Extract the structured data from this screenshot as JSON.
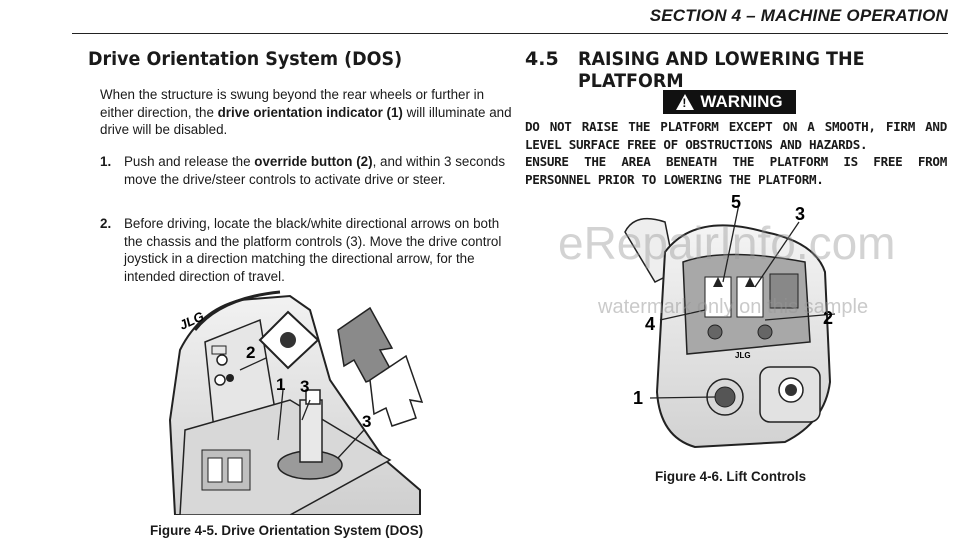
{
  "header": {
    "section": "SECTION 4 – MACHINE OPERATION"
  },
  "left": {
    "heading": "Drive Orientation System (DOS)",
    "intro_before": "When the structure is swung beyond the rear wheels or further in either direction, the ",
    "intro_bold": "drive orientation indicator",
    "intro_ref": " (1)",
    "intro_after": " will illuminate and drive will be disabled.",
    "items": [
      {
        "num": "1.",
        "before": "Push and release the ",
        "bold": "override button",
        "ref": " (2)",
        "after": ", and within 3 seconds move the drive/steer controls to activate drive or steer."
      },
      {
        "num": "2.",
        "before": "",
        "bold": "",
        "ref": "",
        "after": "Before driving, locate the black/white directional arrows on both the chassis and the platform controls (3). Move the drive control joystick in a direction matching the directional arrow, for the intended direction of travel."
      }
    ],
    "figure": {
      "caption": "Figure 4-5. Drive Orientation System (DOS)",
      "callouts": [
        "1",
        "2",
        "3",
        "3"
      ],
      "logo": "JLG"
    }
  },
  "right": {
    "section_number": "4.5",
    "heading": "RAISING AND LOWERING THE PLATFORM",
    "warning_label": "WARNING",
    "warning_lines": [
      "DO NOT RAISE THE PLATFORM EXCEPT ON A SMOOTH, FIRM AND LEVEL SURFACE FREE OF OBSTRUCTIONS AND HAZARDS.",
      "ENSURE THE AREA BENEATH THE PLATFORM IS FREE FROM PERSONNEL PRIOR TO LOWERING THE PLATFORM."
    ],
    "figure": {
      "caption": "Figure 4-6. Lift Controls",
      "callouts": [
        "5",
        "3",
        "4",
        "2",
        "1"
      ],
      "logo": "JLG"
    }
  },
  "watermark": {
    "main": "eRepairInfo.com",
    "sub": "watermark only on this sample"
  }
}
